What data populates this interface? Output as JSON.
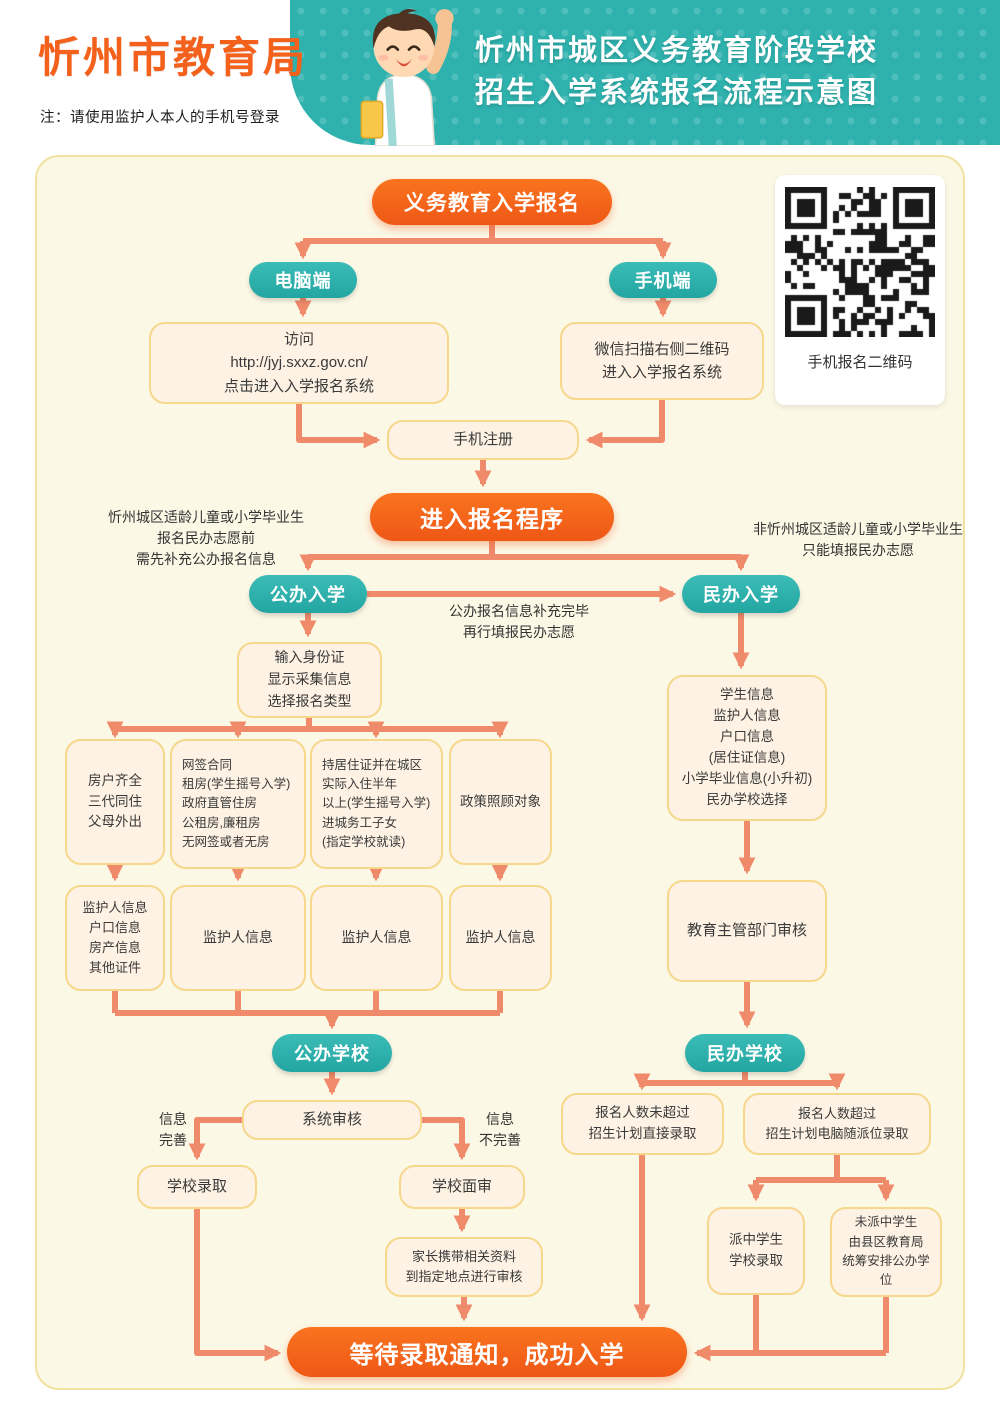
{
  "header": {
    "bureau": "忻州市教育局",
    "note": "注：请使用监护人本人的手机号登录",
    "title_line1": "忻州市城区义务教育阶段学校",
    "title_line2": "招生入学系统报名流程示意图"
  },
  "colors": {
    "orange": "#f2611c",
    "teal": "#2fb2ae",
    "arrow": "#ef8a6a",
    "box_bg": "#fdf2e3",
    "box_border": "#f6d78c",
    "panel_bg": "#fcf8e6"
  },
  "nodes": {
    "start": "义务教育入学报名",
    "pc": "电脑端",
    "mobile": "手机端",
    "pc_info": "访问\nhttp://jyj.sxxz.gov.cn/\n点击进入入学报名系统",
    "mobile_info": "微信扫描右侧二维码\n进入入学报名系统",
    "qr_caption": "手机报名二维码",
    "phone_register": "手机注册",
    "enter_process": "进入报名程序",
    "note_left": "忻州城区适龄儿童或小学毕业生\n报名民办志愿前\n需先补充公办报名信息",
    "note_right": "非忻州城区适龄儿童或小学毕业生\n只能填报民办志愿",
    "public_entry": "公办入学",
    "private_entry": "民办入学",
    "note_mid": "公办报名信息补充完毕\n再行填报民办志愿",
    "id_input": "输入身份证\n显示采集信息\n选择报名类型",
    "cat1": "房户齐全\n三代同住\n父母外出",
    "cat2": "网签合同\n租房(学生摇号入学)\n政府直管住房\n公租房,廉租房\n无网签或者无房",
    "cat3": "持居住证并在城区\n实际入住半年\n以上(学生摇号入学)\n进城务工子女\n(指定学校就读)",
    "cat4": "政策照顾对象",
    "guard1": "监护人信息\n户口信息\n房产信息\n其他证件",
    "guard2": "监护人信息",
    "guard3": "监护人信息",
    "guard4": "监护人信息",
    "public_school": "公办学校",
    "sys_review": "系统审核",
    "label_complete": "信息\n完善",
    "label_incomplete": "信息\n不完善",
    "admit": "学校录取",
    "interview": "学校面审",
    "bring_docs": "家长携带相关资料\n到指定地点进行审核",
    "private_info": "学生信息\n监护人信息\n户口信息\n(居住证信息)\n小学毕业信息(小升初)\n民办学校选择",
    "dept_review": "教育主管部门审核",
    "private_school": "民办学校",
    "under_plan": "报名人数未超过\n招生计划直接录取",
    "over_plan": "报名人数超过\n招生计划电脑随派位录取",
    "assigned": "派中学生\n学校录取",
    "not_assigned": "未派中学生\n由县区教育局\n统筹安排公办学位",
    "final": "等待录取通知，成功入学"
  }
}
